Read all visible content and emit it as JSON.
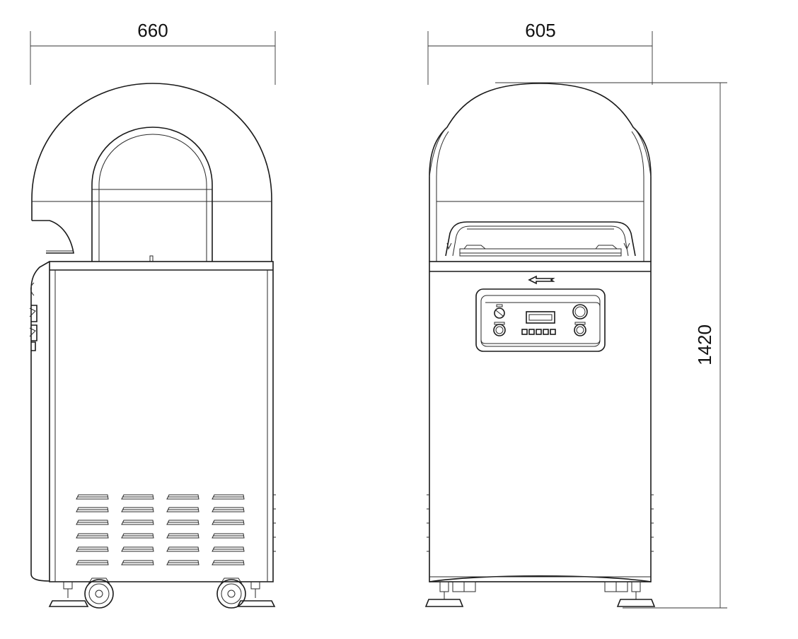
{
  "dimensions": {
    "side_width": "660",
    "front_width": "605",
    "height": "1420"
  },
  "colors": {
    "line": "#1a1a1a",
    "background": "#ffffff"
  }
}
